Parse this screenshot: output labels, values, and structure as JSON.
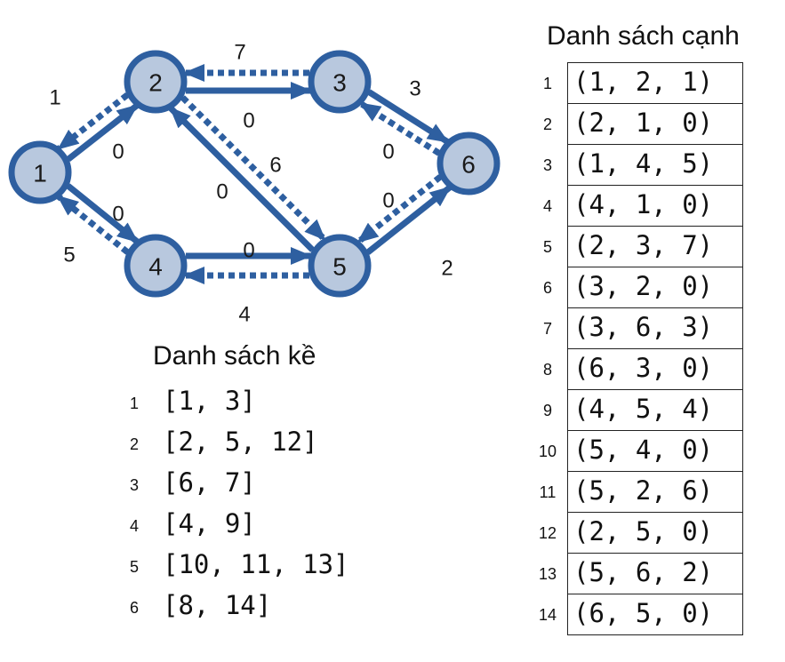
{
  "colors": {
    "stroke": "#2e5fa0",
    "node_fill": "#b8c8de",
    "text": "#1a1a1a"
  },
  "graph": {
    "nodes": [
      {
        "id": "1",
        "label": "1"
      },
      {
        "id": "2",
        "label": "2"
      },
      {
        "id": "3",
        "label": "3"
      },
      {
        "id": "4",
        "label": "4"
      },
      {
        "id": "5",
        "label": "5"
      },
      {
        "id": "6",
        "label": "6"
      }
    ],
    "edges": [
      {
        "from": "1",
        "to": "2",
        "weight": "1",
        "style": "solid"
      },
      {
        "from": "2",
        "to": "1",
        "weight": "0",
        "style": "dotted"
      },
      {
        "from": "1",
        "to": "4",
        "weight": "5",
        "style": "solid"
      },
      {
        "from": "4",
        "to": "1",
        "weight": "0",
        "style": "dotted"
      },
      {
        "from": "2",
        "to": "3",
        "weight": "7",
        "style": "solid"
      },
      {
        "from": "3",
        "to": "2",
        "weight": "0",
        "style": "dotted"
      },
      {
        "from": "3",
        "to": "6",
        "weight": "3",
        "style": "solid"
      },
      {
        "from": "6",
        "to": "3",
        "weight": "0",
        "style": "dotted"
      },
      {
        "from": "4",
        "to": "5",
        "weight": "4",
        "style": "solid"
      },
      {
        "from": "5",
        "to": "4",
        "weight": "0",
        "style": "dotted"
      },
      {
        "from": "5",
        "to": "2",
        "weight": "6",
        "style": "solid"
      },
      {
        "from": "2",
        "to": "5",
        "weight": "0",
        "style": "dotted"
      },
      {
        "from": "5",
        "to": "6",
        "weight": "2",
        "style": "solid"
      },
      {
        "from": "6",
        "to": "5",
        "weight": "0",
        "style": "dotted"
      }
    ]
  },
  "adjacency": {
    "title": "Danh sách kề",
    "rows": [
      {
        "index": "1",
        "value": "[1, 3]"
      },
      {
        "index": "2",
        "value": "[2, 5, 12]"
      },
      {
        "index": "3",
        "value": "[6, 7]"
      },
      {
        "index": "4",
        "value": "[4, 9]"
      },
      {
        "index": "5",
        "value": "[10, 11, 13]"
      },
      {
        "index": "6",
        "value": "[8, 14]"
      }
    ]
  },
  "edge_list": {
    "title": "Danh sách cạnh",
    "rows": [
      {
        "index": "1",
        "value": "(1, 2, 1)"
      },
      {
        "index": "2",
        "value": "(2, 1, 0)"
      },
      {
        "index": "3",
        "value": "(1, 4, 5)"
      },
      {
        "index": "4",
        "value": "(4, 1, 0)"
      },
      {
        "index": "5",
        "value": "(2, 3, 7)"
      },
      {
        "index": "6",
        "value": "(3, 2, 0)"
      },
      {
        "index": "7",
        "value": "(3, 6, 3)"
      },
      {
        "index": "8",
        "value": "(6, 3, 0)"
      },
      {
        "index": "9",
        "value": "(4, 5, 4)"
      },
      {
        "index": "10",
        "value": "(5, 4, 0)"
      },
      {
        "index": "11",
        "value": "(5, 2, 6)"
      },
      {
        "index": "12",
        "value": "(2, 5, 0)"
      },
      {
        "index": "13",
        "value": "(5, 6, 2)"
      },
      {
        "index": "14",
        "value": "(6, 5, 0)"
      }
    ]
  }
}
